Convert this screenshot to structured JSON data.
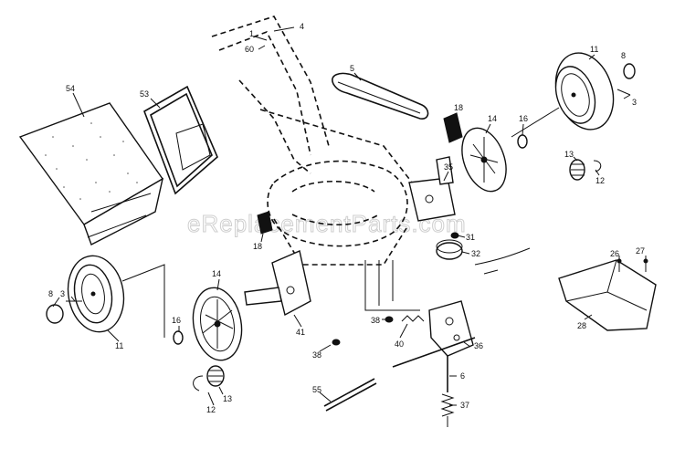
{
  "watermark": "eReplacementParts.com",
  "callouts": {
    "p54": "54",
    "p53": "53",
    "p1": "1",
    "p4": "4",
    "p60": "60",
    "p5": "5",
    "p11_top": "11",
    "p8_top": "8",
    "p3_top": "3",
    "p18_top": "18",
    "p14_top": "14",
    "p16_top": "16",
    "p35": "35",
    "p13_top": "13",
    "p12_top": "12",
    "p18_mid": "18",
    "p31": "31",
    "p32": "32",
    "p26": "26",
    "p27": "27",
    "p28": "28",
    "p14_bot": "14",
    "p8_bot": "8",
    "p3_bot": "3",
    "p11_bot": "11",
    "p16_bot": "16",
    "p41": "41",
    "p38_a": "38",
    "p38_b": "38",
    "p40": "40",
    "p36": "36",
    "p6": "6",
    "p55": "55",
    "p37": "37",
    "p12_bot": "12",
    "p13_bot": "13"
  }
}
